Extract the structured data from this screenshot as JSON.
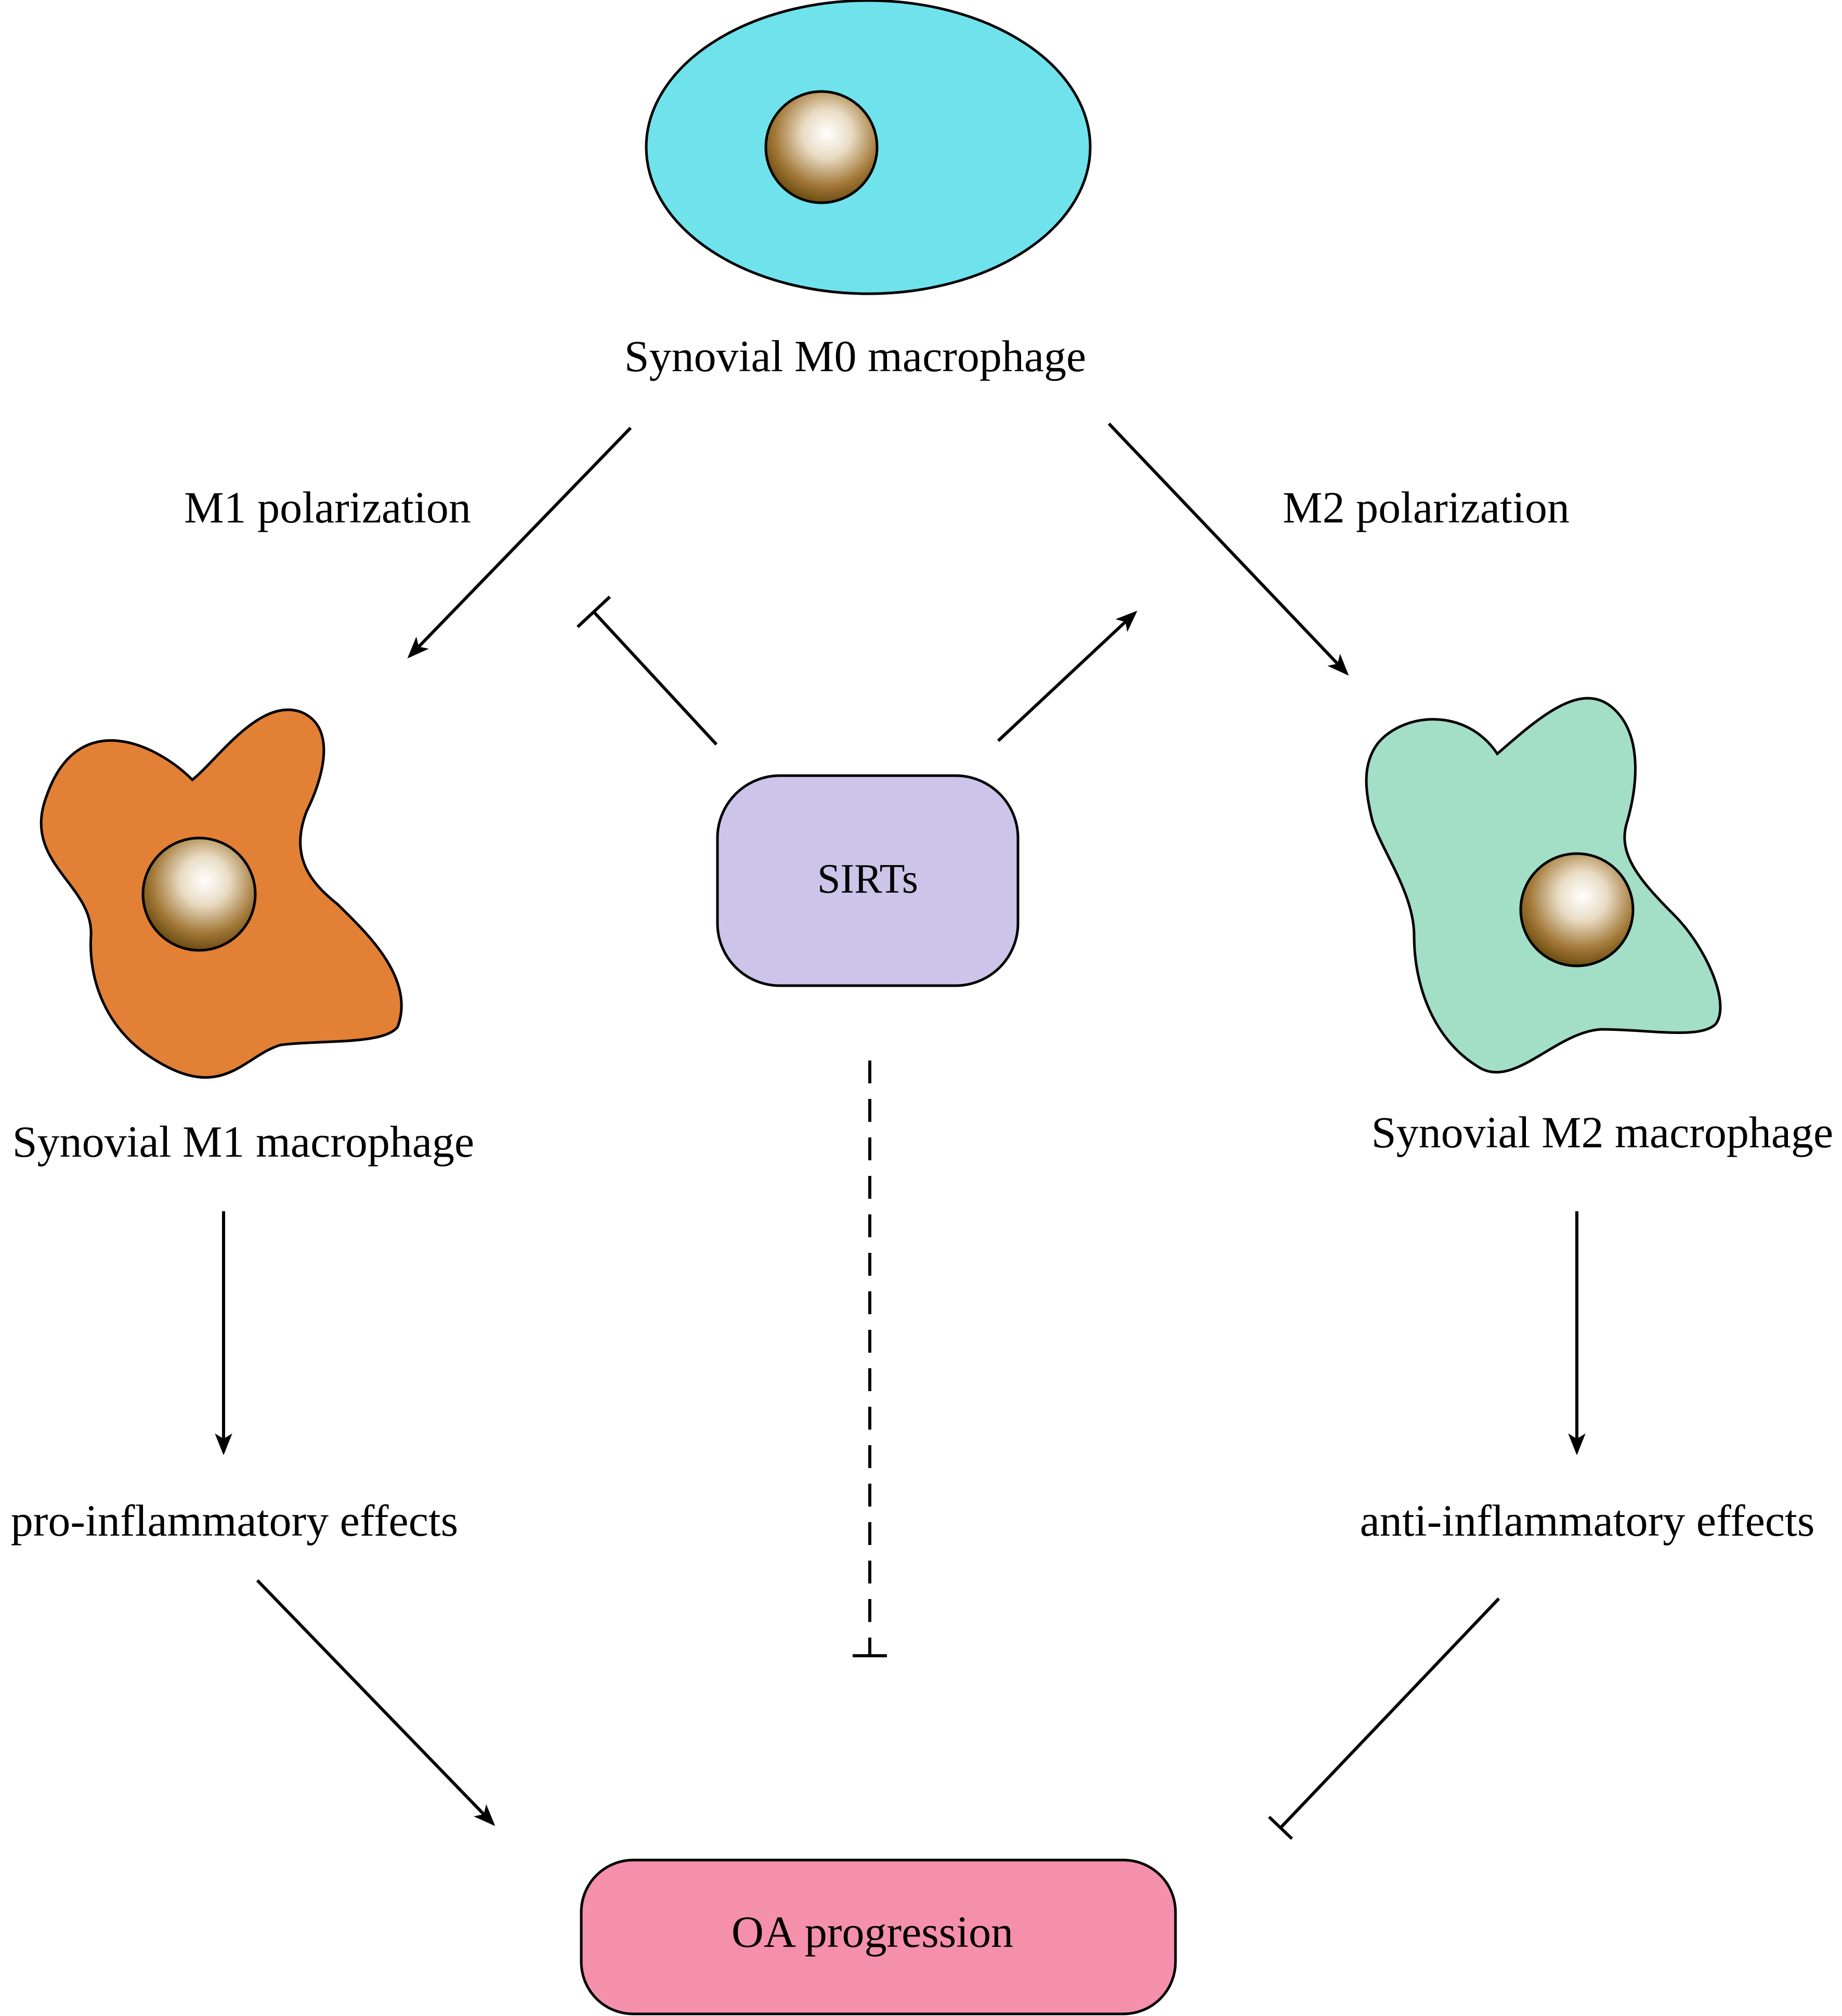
{
  "nodes": {
    "m0": {
      "label": "Synovial M0 macrophage",
      "color": "#6fe2ec"
    },
    "m1": {
      "label": "Synovial M1 macrophage",
      "color": "#e28035"
    },
    "m2": {
      "label": "Synovial M2 macrophage",
      "color": "#a3dec7"
    },
    "sirts": {
      "label": "SIRTs",
      "color": "#cdc4e9"
    },
    "pro_effects": {
      "label": "pro-inflammatory effects"
    },
    "anti_effects": {
      "label": "anti-inflammatory effects"
    },
    "oa": {
      "label": "OA progression",
      "color": "#f48fac"
    }
  },
  "edge_labels": {
    "m1_polarization": "M1 polarization",
    "m2_polarization": "M2 polarization"
  },
  "edges": [
    {
      "from": "m0",
      "to": "m1",
      "type": "activation"
    },
    {
      "from": "m0",
      "to": "m2",
      "type": "activation"
    },
    {
      "from": "sirts",
      "to": "m1_polarization",
      "type": "inhibition"
    },
    {
      "from": "sirts",
      "to": "m2_polarization",
      "type": "activation"
    },
    {
      "from": "sirts",
      "to": "oa",
      "type": "inhibition",
      "style": "dashed"
    },
    {
      "from": "m1",
      "to": "pro_effects",
      "type": "activation"
    },
    {
      "from": "m2",
      "to": "anti_effects",
      "type": "activation"
    },
    {
      "from": "pro_effects",
      "to": "oa",
      "type": "activation"
    },
    {
      "from": "anti_effects",
      "to": "oa",
      "type": "inhibition"
    }
  ]
}
